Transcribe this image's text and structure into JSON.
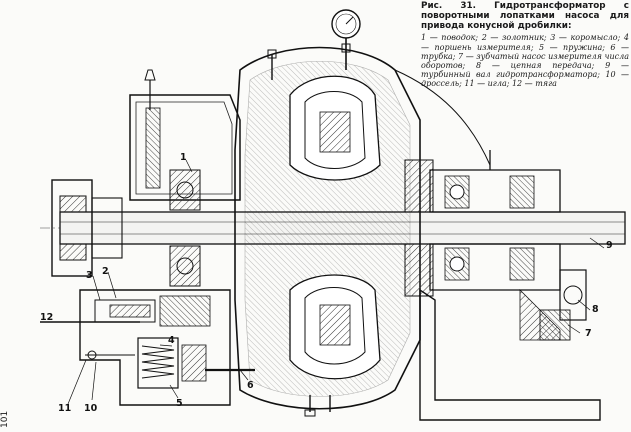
{
  "caption": {
    "title": "Рис. 31. Гидротрансформатор с поворотными лопатками насоса для привода конусной дробилки:",
    "legend": "1 — поводок; 2 — золотник; 3 — коромысло; 4 — поршень измерителя; 5 — пружина; 6 — трубка; 7 — зубчатый насос измерителя числа оборотов; 8 — цепная передача; 9 — турбинный вал гидротрансформатора; 10 — дроссель; 11 — игла; 12 — тяга"
  },
  "labels": {
    "l1": "1",
    "l2": "2",
    "l3": "3",
    "l4": "4",
    "l5": "5",
    "l6": "6",
    "l7": "7",
    "l8": "8",
    "l9": "9",
    "l10": "10",
    "l11": "11",
    "l12": "12"
  },
  "page_number": "101"
}
